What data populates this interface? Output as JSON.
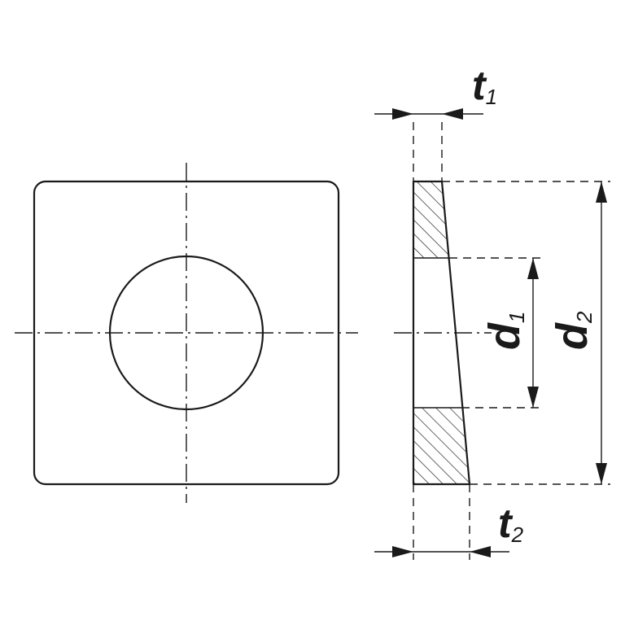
{
  "diagram": {
    "colors": {
      "line": "#1a1a1a",
      "background": "#ffffff"
    },
    "labels": {
      "t1": {
        "main": "t",
        "sub": "1"
      },
      "t2": {
        "main": "t",
        "sub": "2"
      },
      "d1": {
        "main": "d",
        "sub": "1"
      },
      "d2": {
        "main": "d",
        "sub": "2"
      }
    }
  }
}
